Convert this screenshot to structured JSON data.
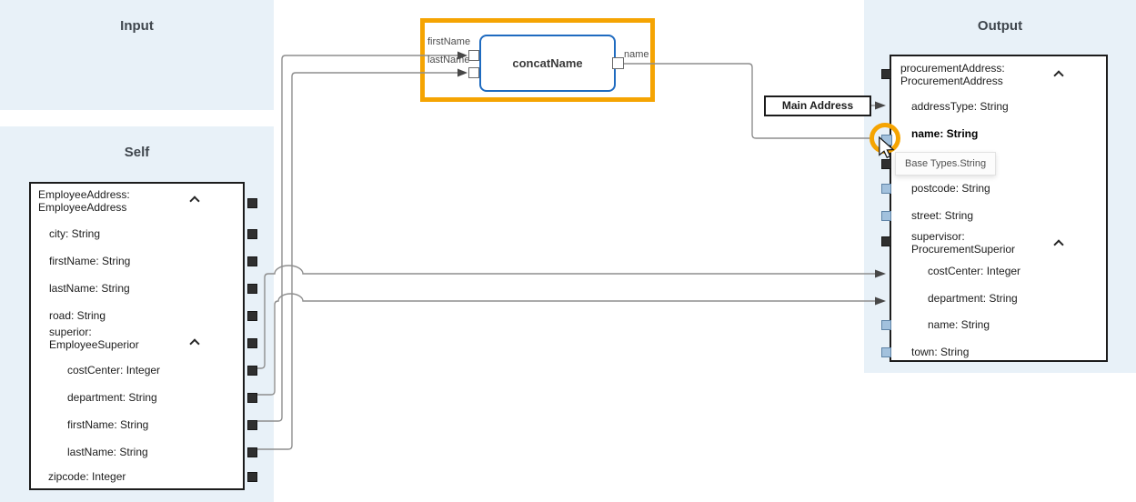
{
  "colors": {
    "panel_bg": "#E8F1F8",
    "highlight_orange": "#F5A402",
    "function_border_blue": "#1F6BC0",
    "compatible_port_blue": "#A2C1DD",
    "port_dark": "#2F2F2F",
    "wire_gray": "#8E8E8E"
  },
  "panels": {
    "input": {
      "title": "Input"
    },
    "self": {
      "title": "Self"
    },
    "output": {
      "title": "Output"
    }
  },
  "self_box": {
    "rows": [
      {
        "line1": "EmployeeAddress:",
        "line2": "EmployeeAddress",
        "icon": "chevron-up-icon"
      },
      {
        "label": "city: String"
      },
      {
        "label": "firstName: String"
      },
      {
        "label": "lastName: String"
      },
      {
        "label": "road: String"
      },
      {
        "line1": "superior:",
        "line2": "EmployeeSuperior",
        "icon": "chevron-up-icon"
      },
      {
        "label": "costCenter: Integer"
      },
      {
        "label": "department: String"
      },
      {
        "label": "firstName: String"
      },
      {
        "label": "lastName: String"
      },
      {
        "label": "zipcode: Integer"
      }
    ]
  },
  "output_box": {
    "rows": [
      {
        "line1": "procurementAddress:",
        "line2": "ProcurementAddress",
        "icon": "chevron-up-icon"
      },
      {
        "label": "addressType: String"
      },
      {
        "label": "name: String"
      },
      {
        "label": "postcode: String"
      },
      {
        "label": "street: String"
      },
      {
        "line1": "supervisor:",
        "line2": "ProcurementSuperior",
        "icon": "chevron-up-icon"
      },
      {
        "label": "costCenter: Integer"
      },
      {
        "label": "department: String"
      },
      {
        "label": "name: String"
      },
      {
        "label": "town: String"
      }
    ]
  },
  "function_box": {
    "label": "concatName",
    "input_labels": [
      "firstName",
      "lastName"
    ],
    "output_label": "name"
  },
  "constant_box": {
    "label": "Main Address"
  },
  "tooltip": {
    "text": "Base Types.String"
  }
}
